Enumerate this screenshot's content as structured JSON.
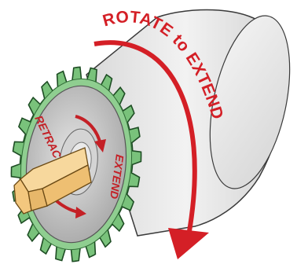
{
  "instruction": {
    "text": "ROTATE to EXTEND"
  },
  "dial": {
    "retract_label": "RETRACT",
    "extend_label": "EXTEND"
  },
  "colors": {
    "arrow_red": "#d41f26",
    "gear_green": "#79c27b",
    "gear_outline": "#1e4d24",
    "body_gray": "#e6e6e6",
    "plate_gray": "#c8c8c8",
    "shaft_orange": "#f3c77e"
  }
}
